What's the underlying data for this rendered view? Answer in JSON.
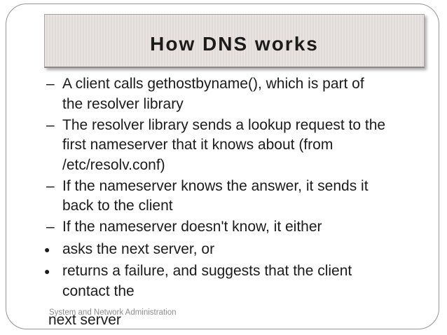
{
  "slide": {
    "title": "How DNS works",
    "bullet_glyphs": {
      "dash": "–",
      "dot": "●"
    },
    "bullets": [
      {
        "style": "dash",
        "text": "A client calls gethostbyname(), which is part of\nthe resolver library"
      },
      {
        "style": "dash",
        "text": "The resolver library sends a lookup request to the\nfirst nameserver that it knows about (from\n/etc/resolv.conf)"
      },
      {
        "style": "dash",
        "text": "If the nameserver knows the answer, it sends it\nback to the client"
      },
      {
        "style": "dash",
        "text": "If the nameserver doesn't know, it either"
      },
      {
        "style": "dot",
        "text": "asks the next server, or"
      },
      {
        "style": "dot",
        "text": "returns a failure, and suggests that the client\ncontact the"
      }
    ],
    "overflow_line": "next server",
    "footer": "System and Network Administration",
    "colors": {
      "text": "#1b1b1b",
      "footer_text": "#8d8d8d",
      "frame_border": "#949494",
      "title_box_fill": "#e9e4e2",
      "title_box_stripe": "#e0dad8",
      "title_box_border": "#a7a19f"
    }
  }
}
